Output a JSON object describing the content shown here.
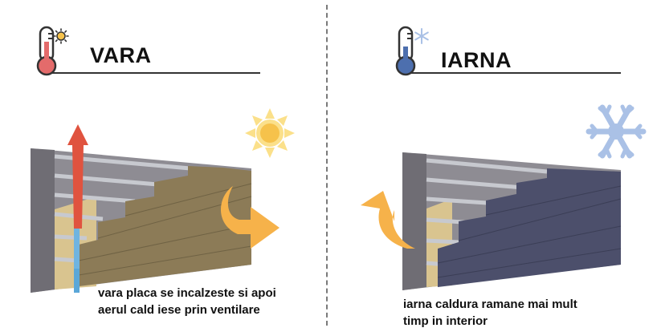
{
  "summer": {
    "title": "VARA",
    "caption_line1": "vara placa se incalzeste si apoi",
    "caption_line2": "aerul cald iese prin ventilare",
    "thermometer_icon": "thermometer-hot-icon",
    "sun_icon": "sun-icon",
    "accent_color": "#e46b6b",
    "wall_color": "#8c7b57",
    "sun_color": "#f6c24b"
  },
  "winter": {
    "title": "IARNA",
    "caption_line1": "iarna caldura ramane mai mult",
    "caption_line2": "timp in interior",
    "thermometer_icon": "thermometer-cold-icon",
    "snowflake_icon": "snowflake-icon",
    "accent_color": "#4d6fae",
    "wall_color": "#4c4f6b",
    "snow_color": "#aac1e6"
  },
  "arrow_color": "#f6b24a"
}
